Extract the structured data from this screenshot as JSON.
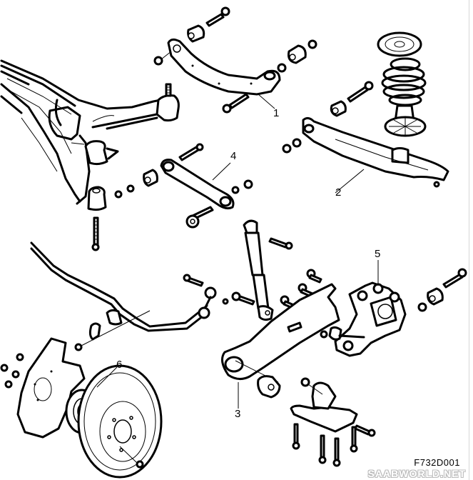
{
  "diagram": {
    "title": "Rear suspension exploded view",
    "drawing_code": "F732D001",
    "watermark": "SAABWORLD.NET",
    "line_color": "#000000",
    "background_color": "#ffffff",
    "callouts": [
      {
        "number": "1",
        "part": "upper control arm"
      },
      {
        "number": "2",
        "part": "lower spring link arm"
      },
      {
        "number": "3",
        "part": "trailing arm"
      },
      {
        "number": "4",
        "part": "toe link"
      },
      {
        "number": "5",
        "part": "wheel carrier / hub bearing housing"
      },
      {
        "number": "6",
        "part": "brake disc and hub assembly"
      }
    ],
    "components": [
      "subframe",
      "upper-control-arm",
      "lower-link-arm",
      "coil-spring",
      "spring-seat-upper",
      "spring-seat-lower",
      "toe-link",
      "shock-absorber",
      "stabilizer-bar",
      "stabilizer-link",
      "trailing-arm",
      "wheel-carrier",
      "trailing-arm-bracket",
      "brake-backing-plate",
      "wheel-hub",
      "brake-disc",
      "bushings",
      "bolts",
      "nuts",
      "washers"
    ]
  }
}
